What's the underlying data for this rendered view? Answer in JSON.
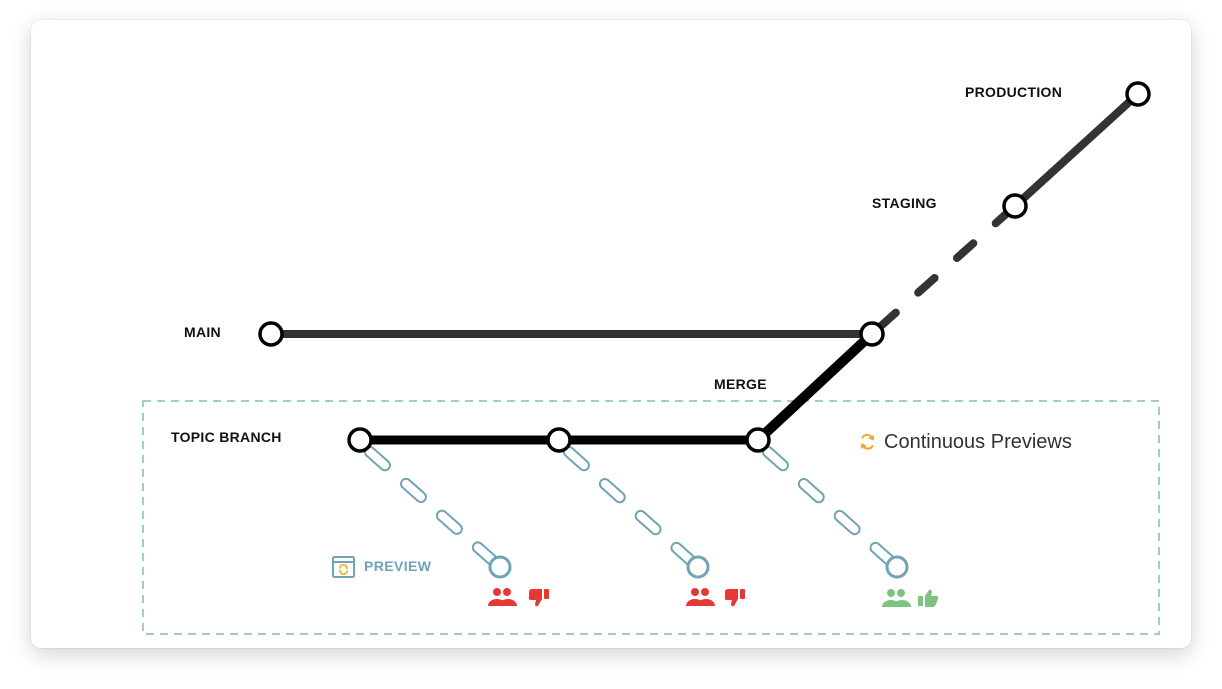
{
  "labels": {
    "production": "PRODUCTION",
    "staging": "STAGING",
    "main": "MAIN",
    "merge": "MERGE",
    "topic_branch": "TOPIC BRANCH"
  },
  "continuous_previews": {
    "title": "Continuous Previews",
    "icon": "refresh-icon"
  },
  "preview_legend": {
    "label": "PREVIEW",
    "icon": "browser-refresh-icon"
  },
  "preview_results": [
    {
      "reviewers_icon": "people-icon",
      "verdict_icon": "thumbs-down-icon",
      "status": "rejected"
    },
    {
      "reviewers_icon": "people-icon",
      "verdict_icon": "thumbs-down-icon",
      "status": "rejected"
    },
    {
      "reviewers_icon": "people-icon",
      "verdict_icon": "thumbs-up-icon",
      "status": "approved"
    }
  ],
  "colors": {
    "line": "#333333",
    "branch_line": "#000000",
    "preview_line": "#6fa3b6",
    "dashed_box": "#9fcad6",
    "accent": "#f5a623",
    "rejected": "#e53935",
    "approved": "#7cc47f"
  }
}
